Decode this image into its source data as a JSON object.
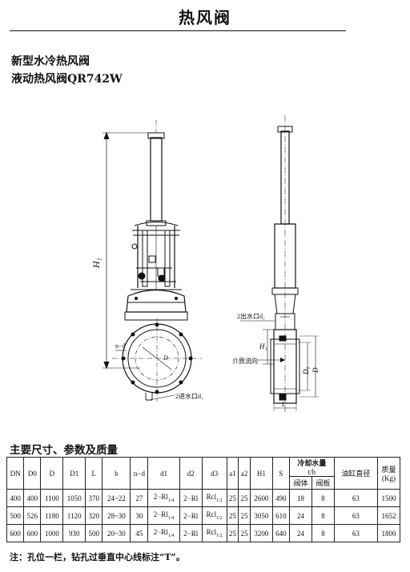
{
  "page_title": "热风阀",
  "subtitle_1": "新型水冷热风阀",
  "subtitle_2": "液动热风阀QR742W",
  "drawing_labels": {
    "h1": "H₁",
    "h1_side": "H₁",
    "nd": "n−d",
    "d_circle": "D",
    "inlet": "2进水口d₁",
    "outlet": "2出水口d₂",
    "flow": "介质流向",
    "d0": "D₀",
    "d": "D",
    "l": "L"
  },
  "section_heading": "主要尺寸、参数及质量",
  "table": {
    "headers": [
      "DN",
      "D0",
      "D",
      "D1",
      "L",
      "b",
      "n−d",
      "d1",
      "d2",
      "d3",
      "a1",
      "a2",
      "H1",
      "S"
    ],
    "cooling_header": "冷却水量",
    "cooling_unit": "t/h",
    "cooling_sub": [
      "阀体",
      "阀板"
    ],
    "cylinder_header": "油缸直径",
    "mass_header": "质量",
    "mass_unit": "(Kg)",
    "rows": [
      {
        "dn": "400",
        "d0": "400",
        "d": "1100",
        "d1": "1050",
        "l": "370",
        "b": "24~22",
        "nd": "27",
        "d1c": "2−Rl",
        "d1s": "1/4",
        "d2c": "2−Rl",
        "d3c": "Rcl",
        "d3s": "1/2",
        "a1": "25",
        "a2": "25",
        "h1": "2600",
        "s": "490",
        "body": "18",
        "plate": "8",
        "cyl": "63",
        "mass": "1500"
      },
      {
        "dn": "500",
        "d0": "526",
        "d": "1180",
        "d1": "1120",
        "l": "320",
        "b": "28~30",
        "nd": "30",
        "d1c": "2−Rl",
        "d1s": "1/4",
        "d2c": "2−Rl",
        "d3c": "Rcl",
        "d3s": "1/2",
        "a1": "25",
        "a2": "25",
        "h1": "3050",
        "s": "610",
        "body": "24",
        "plate": "8",
        "cyl": "63",
        "mass": "1652"
      },
      {
        "dn": "600",
        "d0": "600",
        "d": "1000",
        "d1": "930",
        "l": "500",
        "b": "20~30",
        "nd": "45",
        "d1c": "2−Rl",
        "d1s": "1/4",
        "d2c": "2−Rl",
        "d3c": "Rcl",
        "d3s": "1/2",
        "a1": "25",
        "a2": "25",
        "h1": "3200",
        "s": "640",
        "body": "24",
        "plate": "8",
        "cyl": "63",
        "mass": "1800"
      }
    ]
  },
  "note": "注：孔位一栏，钻孔过垂直中心线标注“T”。"
}
